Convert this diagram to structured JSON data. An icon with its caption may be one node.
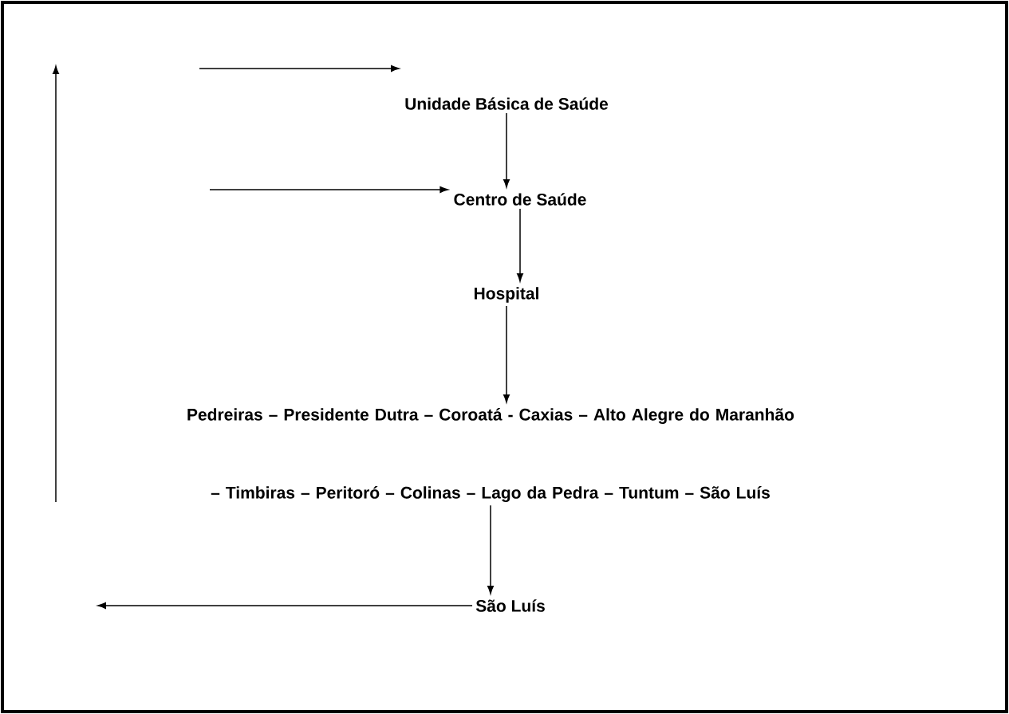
{
  "diagram": {
    "nodes": [
      {
        "text": [
          "Unidade Básica de Saúde"
        ]
      },
      {
        "text": [
          "Centro de Saúde"
        ]
      },
      {
        "text": [
          "Hospital"
        ]
      },
      {
        "text": [
          "Pedreiras – Presidente Dutra – Coroatá - Caxias – Alto Alegre do Maranhão – Timbiras – Peritoró – Colinas – Lago da Pedra – Tuntum – São Luís"
        ]
      },
      {
        "text": [
          "São Luís"
        ]
      }
    ],
    "edges": [
      {
        "from": 0,
        "to": 1,
        "arrow": "to"
      },
      {
        "from": 1,
        "to": 2,
        "arrow": "to"
      },
      {
        "from": 2,
        "to": 3,
        "arrow": "to"
      },
      {
        "from": 3,
        "to": 4,
        "arrow": "to"
      },
      {
        "from": 4,
        "to": null,
        "arrow": "to"
      },
      {
        "from": null,
        "to": 0,
        "arrow": "to"
      },
      {
        "from": null,
        "to": 1,
        "arrow": "to"
      }
    ]
  }
}
